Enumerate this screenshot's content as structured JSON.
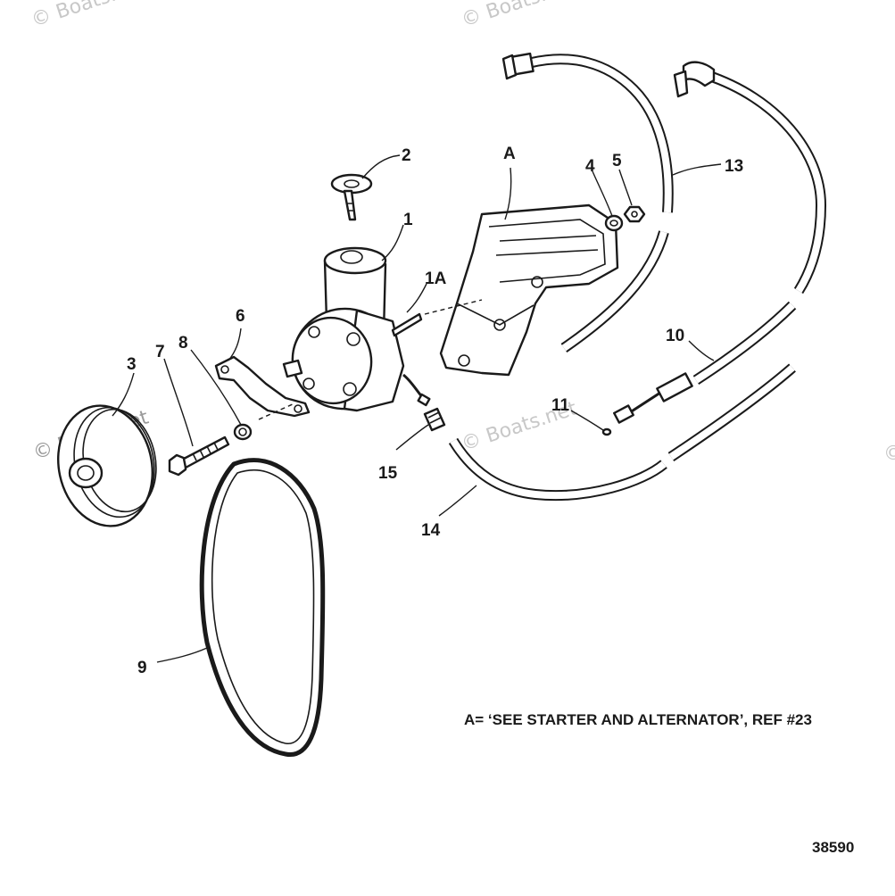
{
  "watermarks": [
    "© Boats.net",
    "© Boats.net",
    "© Boats.net",
    "© Boats.net",
    "©"
  ],
  "callouts": {
    "c1": "1",
    "c1a": "1A",
    "c2": "2",
    "c3": "3",
    "c4": "4",
    "c5": "5",
    "c6": "6",
    "c7": "7",
    "c8": "8",
    "c9": "9",
    "c10": "10",
    "c11": "11",
    "c13": "13",
    "c14": "14",
    "c15": "15",
    "cA": "A"
  },
  "note": "A= ‘SEE STARTER AND ALTERNATOR’, REF #23",
  "figure_number": "38590"
}
